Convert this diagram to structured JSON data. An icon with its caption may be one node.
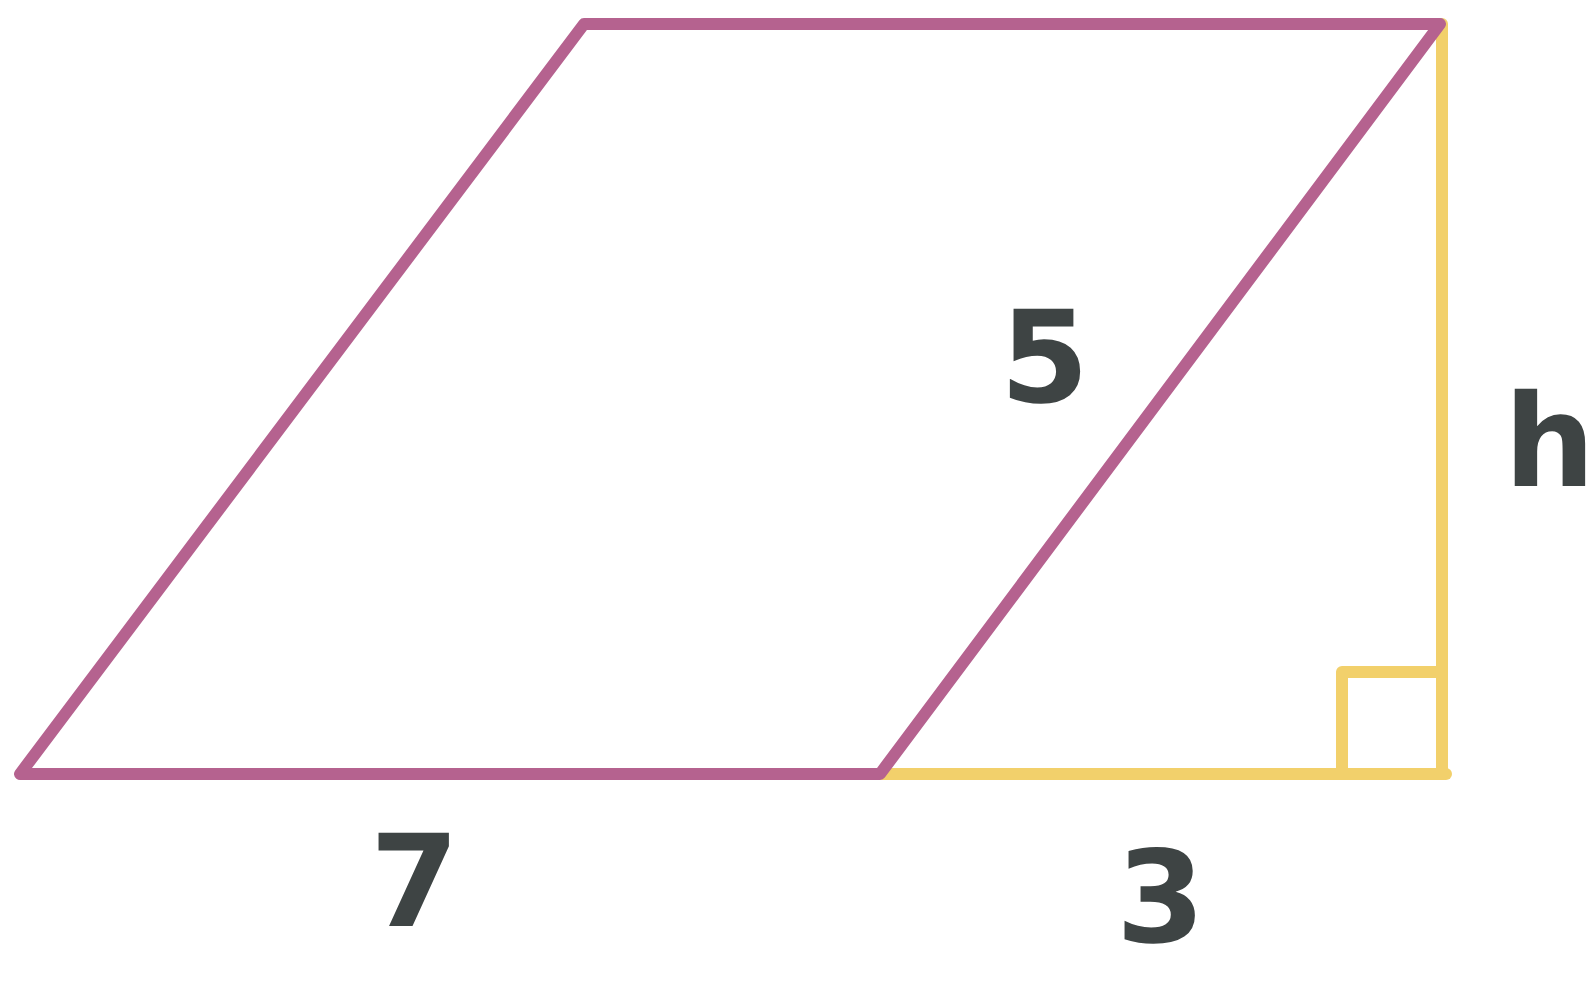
{
  "diagram": {
    "labels": [
      "5",
      "h",
      "7",
      "3"
    ]
  }
}
